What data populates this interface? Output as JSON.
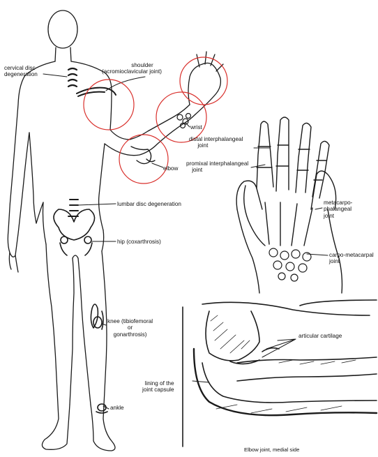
{
  "labels": {
    "cervical": {
      "line1": "cervical disc",
      "line2": "degeneration"
    },
    "shoulder": {
      "line1": "shoulder",
      "line2": "(acromioclavicular joint)"
    },
    "wrist": "wrist",
    "elbow": "elbow",
    "distal": {
      "line1": "distal interphalangeal",
      "line2": "joint"
    },
    "proximal": {
      "line1": "promixal interphalangeal",
      "line2": "joint"
    },
    "lumbar": "lumbar disc degeneration",
    "hip": "hip (coxarthrosis)",
    "metacarpo": {
      "line1": "metacarpo-",
      "line2": "phalangeal",
      "line3": "joint"
    },
    "carpo": {
      "line1": "carpo-metacarpal",
      "line2": "joint"
    },
    "knee": {
      "line1": "knee (tibiofemoral",
      "line2": "or",
      "line3": "gonarthrosis)"
    },
    "articular": "articular cartilage",
    "lining": {
      "line1": "lining of the",
      "line2": "joint capsule"
    },
    "ankle": "ankle"
  },
  "caption": "Elbow joint, medial side",
  "colors": {
    "line": "#1a1a1a",
    "highlight": "#d9302c",
    "background": "#ffffff"
  }
}
